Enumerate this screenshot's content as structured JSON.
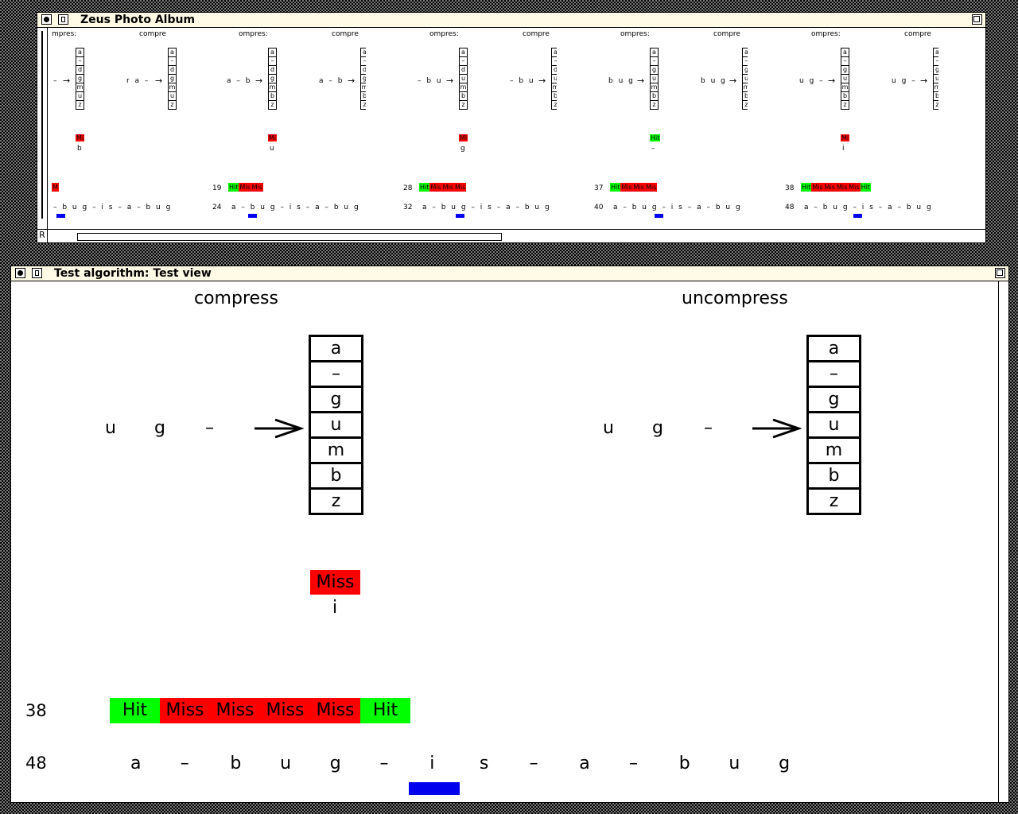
{
  "album": {
    "title": "Zeus Photo Album",
    "r_label": "R",
    "panes": [
      {
        "head_left": "mpres:",
        "head_right": "compre",
        "stack": [
          "a",
          "–",
          "d",
          "g",
          "m",
          "u",
          "z"
        ],
        "input_left": "–",
        "input_right": "r a –",
        "result": "Mi",
        "result_color": "#ff0000",
        "result_char": "b",
        "count": "",
        "bar": [
          {
            "label": "M",
            "color": "#ff0000"
          }
        ],
        "num": "",
        "sequence": "– b u g – i s – a – b u g",
        "highlight_index": 0
      },
      {
        "head_left": "ompres:",
        "head_right": "compre",
        "stack": [
          "a",
          "–",
          "d",
          "g",
          "m",
          "b",
          "z"
        ],
        "input_left": "a – b",
        "input_right": "a – b",
        "result": "Mi",
        "result_color": "#ff0000",
        "result_char": "u",
        "count": "19",
        "bar": [
          {
            "label": "Hit",
            "color": "#00ff00"
          },
          {
            "label": "Mis",
            "color": "#ff0000"
          },
          {
            "label": "Mis",
            "color": "#ff0000"
          }
        ],
        "num": "24",
        "sequence": "a – b u g – i s – a – b u g",
        "highlight_index": 2
      },
      {
        "head_left": "ompres:",
        "head_right": "compre",
        "stack": [
          "a",
          "–",
          "d",
          "u",
          "m",
          "b",
          "z"
        ],
        "input_left": "– b u",
        "input_right": "– b u",
        "result": "Mi",
        "result_color": "#ff0000",
        "result_char": "g",
        "count": "28",
        "bar": [
          {
            "label": "Hit",
            "color": "#00ff00"
          },
          {
            "label": "Mis",
            "color": "#ff0000"
          },
          {
            "label": "Mis",
            "color": "#ff0000"
          },
          {
            "label": "Mis",
            "color": "#ff0000"
          }
        ],
        "num": "32",
        "sequence": "a – b u g – i s – a – b u g",
        "highlight_index": 4
      },
      {
        "head_left": "ompres:",
        "head_right": "compre",
        "stack": [
          "a",
          "–",
          "g",
          "u",
          "m",
          "b",
          "z"
        ],
        "input_left": "b u g",
        "input_right": "b u g",
        "result": "Hit",
        "result_color": "#00ff00",
        "result_char": "–",
        "count": "37",
        "bar": [
          {
            "label": "Hit",
            "color": "#00ff00"
          },
          {
            "label": "Mis",
            "color": "#ff0000"
          },
          {
            "label": "Mis",
            "color": "#ff0000"
          },
          {
            "label": "Mis",
            "color": "#ff0000"
          }
        ],
        "num": "40",
        "sequence": "a – b u g – i s – a – b u g",
        "highlight_index": 5
      },
      {
        "head_left": "ompres:",
        "head_right": "compre",
        "stack": [
          "a",
          "–",
          "g",
          "u",
          "m",
          "b",
          "z"
        ],
        "input_left": "u g –",
        "input_right": "u g –",
        "result": "Mi",
        "result_color": "#ff0000",
        "result_char": "i",
        "count": "38",
        "bar": [
          {
            "label": "Hit",
            "color": "#00ff00"
          },
          {
            "label": "Mis",
            "color": "#ff0000"
          },
          {
            "label": "Mis",
            "color": "#ff0000"
          },
          {
            "label": "Mis",
            "color": "#ff0000"
          },
          {
            "label": "Mis",
            "color": "#ff0000"
          },
          {
            "label": "Hit",
            "color": "#00ff00"
          }
        ],
        "num": "48",
        "sequence": "a – b u g – i s – a – b u g",
        "highlight_index": 6
      }
    ]
  },
  "test_view": {
    "title": "Test algorithm: Test view",
    "compress": {
      "heading": "compress",
      "input": [
        "u",
        "g",
        "–"
      ],
      "stack": [
        "a",
        "–",
        "g",
        "u",
        "m",
        "b",
        "z"
      ]
    },
    "uncompress": {
      "heading": "uncompress",
      "input": [
        "u",
        "g",
        "–"
      ],
      "stack": [
        "a",
        "–",
        "g",
        "u",
        "m",
        "b",
        "z"
      ]
    },
    "result": {
      "label": "Miss",
      "color": "#ff0000",
      "char": "i"
    },
    "count_label": "38",
    "history": [
      {
        "label": "Hit",
        "color": "#00ff00"
      },
      {
        "label": "Miss",
        "color": "#ff0000"
      },
      {
        "label": "Miss",
        "color": "#ff0000"
      },
      {
        "label": "Miss",
        "color": "#ff0000"
      },
      {
        "label": "Miss",
        "color": "#ff0000"
      },
      {
        "label": "Hit",
        "color": "#00ff00"
      }
    ],
    "position_label": "48",
    "sequence": [
      "a",
      "–",
      "b",
      "u",
      "g",
      "–",
      "i",
      "s",
      "–",
      "a",
      "–",
      "b",
      "u",
      "g"
    ],
    "highlight_index": 6
  }
}
